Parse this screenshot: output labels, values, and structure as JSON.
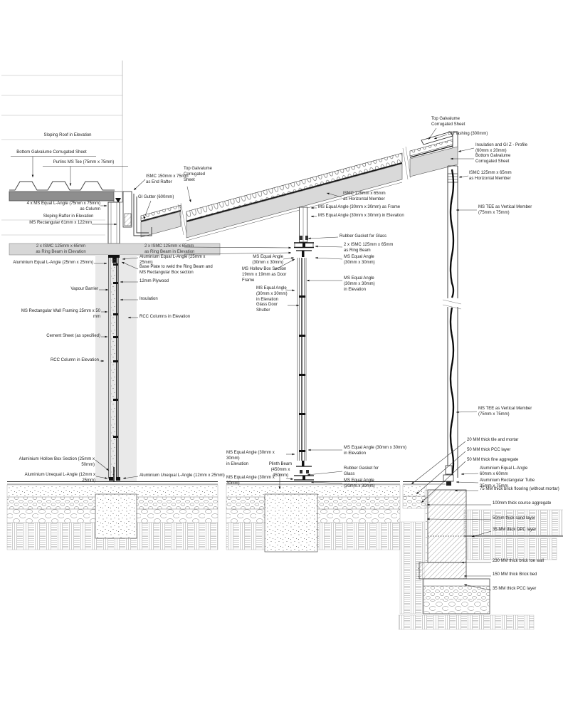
{
  "drawing_type": "construction wall section details",
  "colors": {
    "roof_band": "#8e8e8e",
    "slope_band": "#d9d9d9",
    "ring_band": "#d7d7d7",
    "wall_backdrop": "#e9e9e9",
    "line": "#333333"
  },
  "labels": {
    "left": {
      "sloping_roof": "Sloping Roof in Elevation",
      "bottom_sheet": "Bottom Galvalume Corrugated Sheet",
      "purlins": "Purlins MS Tee (75mm x 75mm)",
      "end_rafter": "ISMC 150mm x 75mm\nas End Rafter",
      "gutter": "GI Gutter (600mm)",
      "column_angles": "4 x MS Equal L-Angle (75mm x 75mm)\nas Column",
      "sloping_rafter": "Sloping Rafter in Elevation",
      "ms_rect": "MS Rectangular 61mm x 122mm",
      "ring_band": "2 x ISMC 125mm x 65mm\nas Ring Beam in Elevation",
      "ring_right": "2 x ISMC 125mm x 65mm\nas Ring Beam in Elevation",
      "al_equal_left": "Aluminium Equal L-Angle (25mm x 25mm)",
      "al_equal_right": "Aluminium Equal L-Angle (25mm x 25mm)",
      "base_plate": "Base Plate to weld the Ring Beam and\nMS Rectangular Box section",
      "plywood": "12mm Plywood",
      "vapour": "Vapour Barrier",
      "insulation": "Insulation",
      "wall_framing": "MS Rectangular Wall Framing 25mm x 50 mm",
      "rcc_columns": "RCC Columns in Elevation",
      "cement_sheet": "Cement Sheet (as specified)",
      "rcc_column": "RCC Column in Elevation",
      "hollow_box": "Aluminium Hollow Box Section (25mm x 50mm)",
      "unequal_left": "Aluminium Unequal L-Angle (12mm x 25mm)",
      "unequal_right": "Aluminium Unequal L-Angle (12mm x 25mm)"
    },
    "middle": {
      "top_sheet": "Top Galvalume\nCorrugated\nSheet",
      "ismc_horizontal": "ISMC 125mm x 65mm\nas Horizontal Member",
      "angle_frame": "MS Equal Angle (30mm x 30mm) as Frame",
      "angle_elev_top": "MS Equal Angle (30mm x 30mm) in Elevation",
      "gasket_top": "Rubber Gasket for Glass",
      "ring_beam": "2 x ISMC 125mm x 65mm\nas Ring Beam",
      "angle_right": "MS Equal Angle\n(30mm x 30mm)",
      "angle_left": "MS Equal Angle\n(30mm x 30mm)",
      "door_frame": "MS Hollow Box Section\n19mm x 19mm as Door\nFrame",
      "angle_elev_right": "MS Equal Angle\n(30mm x 30mm)\nin Elevation",
      "angle_elev_left": "MS Equal Angle\n(30mm x 30mm)\nin Elevation",
      "glass_door": "Glass Door Shutter",
      "angle_elev_right_low": "MS Equal Angle (30mm x 30mm)\nin Elevation",
      "angle_elev_left_low": "MS Equal Angle (30mm x 30mm)\nin Elevation",
      "plinth_beam": "Plinth Beam\n(450mm x 450mm)",
      "angle_bottom_left": "MS Equal Angle (30mm x 30mm)",
      "gasket_bottom": "Rubber Gasket for\nGlass",
      "angle_bottom_right": "MS Equal Angle\n(30mm x 30mm)"
    },
    "right": {
      "top_sheet": "Top Galvalume\nCorrugated Sheet",
      "flashing": "GI Flashing (300mm)",
      "insulation_z": "Insulation and GI Z - Profile\n(60mm x 20mm)",
      "bottom_sheet": "Bottom Galvalume\nCorrugated Sheet",
      "ismc_horizontal": "ISMC 125mm x 65mm\nas Horizontal Member",
      "ms_tee_upper": "MS TEE as Vertical Member\n(75mm x 75mm)",
      "ms_tee_lower": "MS TEE as Vertical Member\n(75mm x 75mm)",
      "tile": "20 MM thick tile and mortar",
      "pcc_50": "50 MM thick PCC layer",
      "fine_agg": "50 MM thick fine aggregate",
      "al_equal": "Aluminium Equal L-Angle\n60mm x 60mm",
      "al_rect_tube": "Aluminium Rectangular Tube\n35mm x 75mm",
      "brick_floor": "75 MM thick brick flooring (without mortar)",
      "course_agg": "100mm thick course aggregate",
      "sand": "50mm thick sand layer",
      "dpc": "35 MM thick DPC layer",
      "toe_wall": "230 MM thick brick toe wall",
      "brick_bed": "150 MM thick Brick bed",
      "pcc_35": "35 MM thick PCC layer"
    }
  }
}
